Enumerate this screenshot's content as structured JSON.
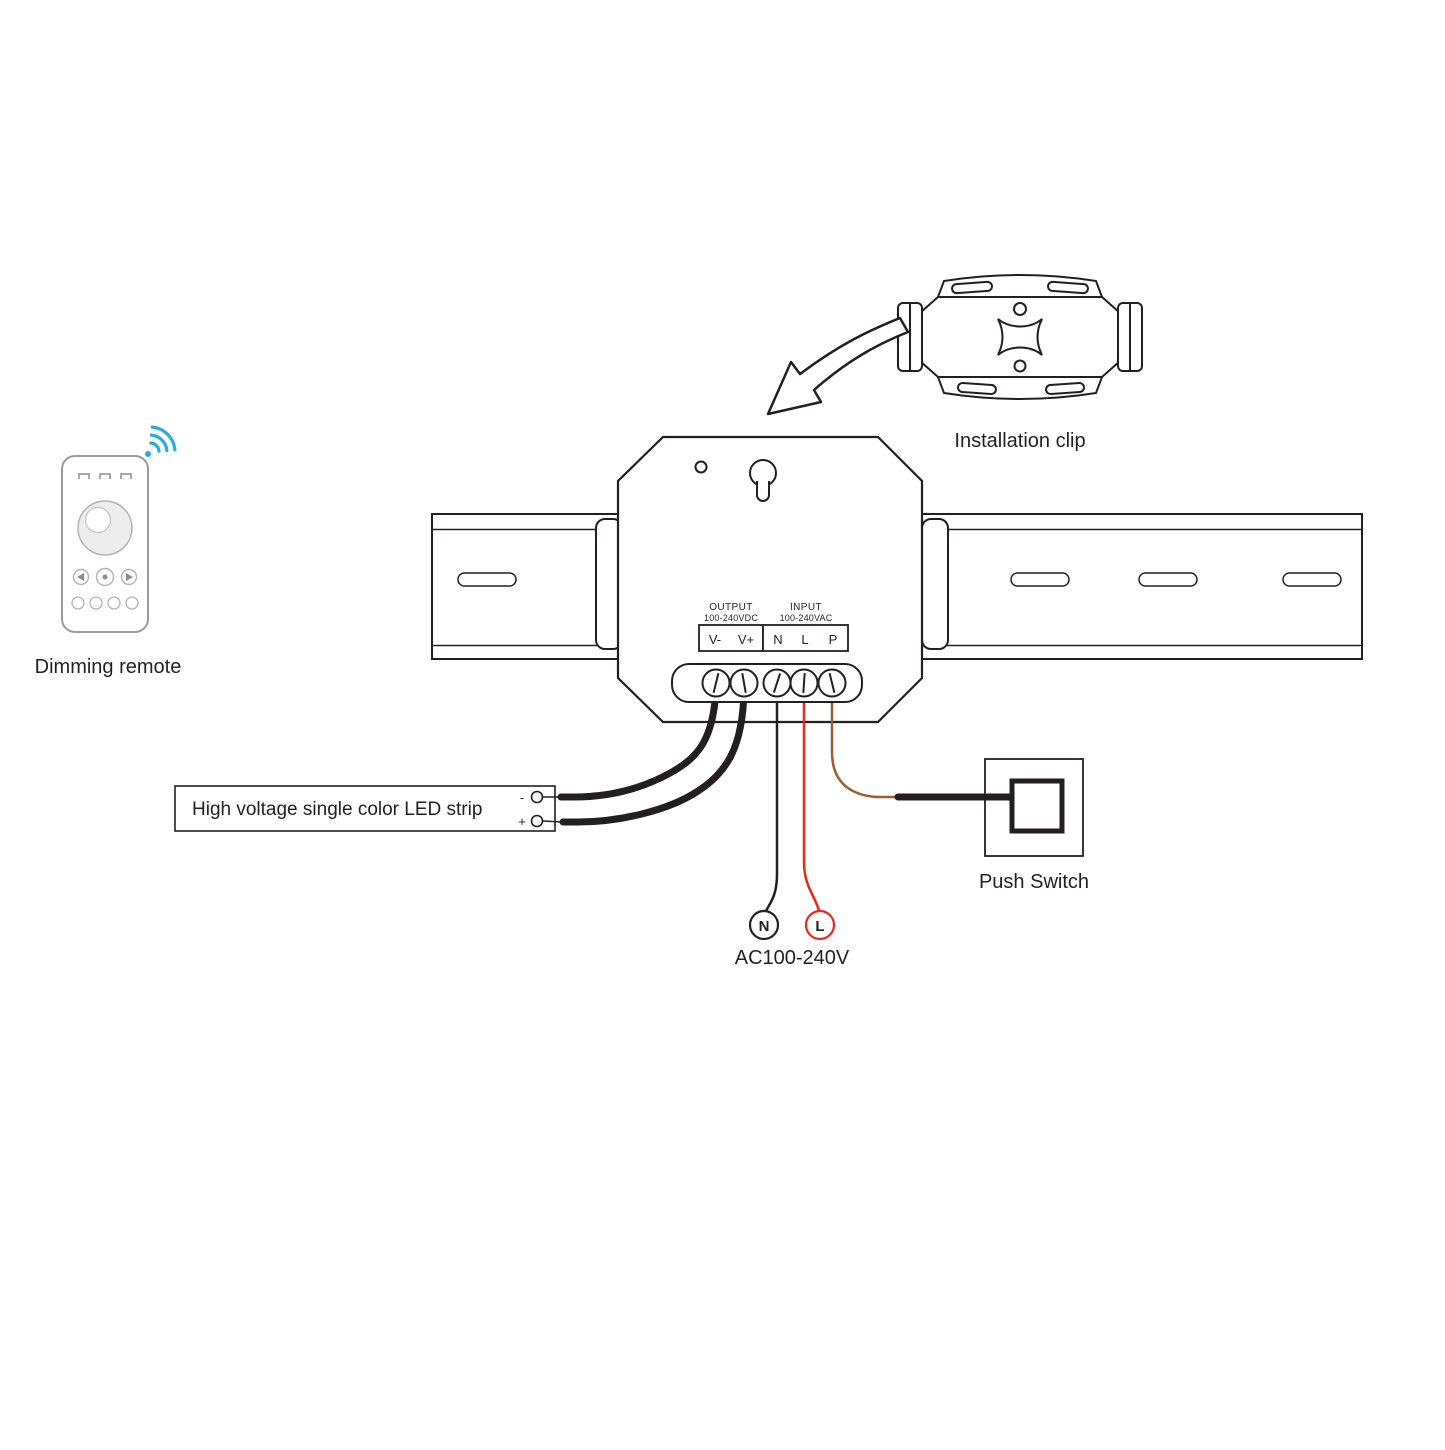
{
  "labels": {
    "installation_clip": "Installation clip",
    "dimming_remote": "Dimming remote",
    "led_strip": "High voltage single color LED strip",
    "push_switch": "Push Switch",
    "ac_input": "AC100-240V"
  },
  "controller": {
    "output_title": "OUTPUT",
    "output_voltage": "100-240VDC",
    "input_title": "INPUT",
    "input_voltage": "100-240VAC",
    "terminals": {
      "v_minus": "V-",
      "v_plus": "V+",
      "n": "N",
      "l": "L",
      "p": "P"
    }
  },
  "mains": {
    "neutral": "N",
    "live": "L"
  },
  "led_strip_terminals": {
    "minus": "-",
    "plus": "+"
  },
  "colors": {
    "line": "#231f20",
    "live_wire": "#e8281e",
    "push_switch_wire": "#a05a2c",
    "wireless": "#29abe2"
  }
}
